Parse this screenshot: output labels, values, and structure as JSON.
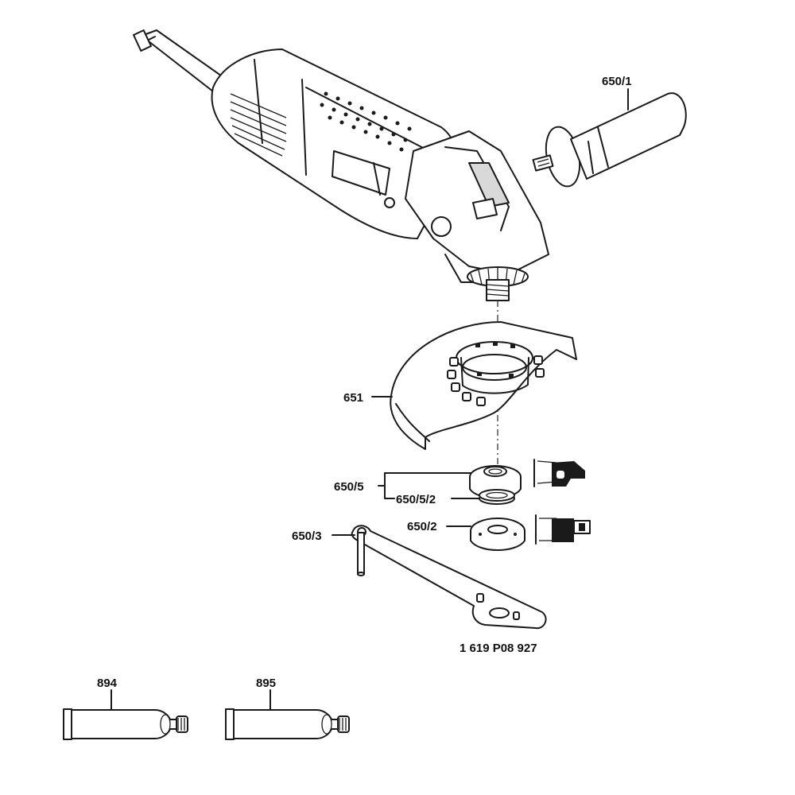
{
  "parts": {
    "side_handle": "650/1",
    "guard": "651",
    "flange_nut": "650/5",
    "o_ring": "650/5/2",
    "clamping_nut": "650/2",
    "spanner": "650/3",
    "grease_tube_1": "894",
    "grease_tube_2": "895"
  },
  "spanner_part_number": "1 619 P08 927"
}
